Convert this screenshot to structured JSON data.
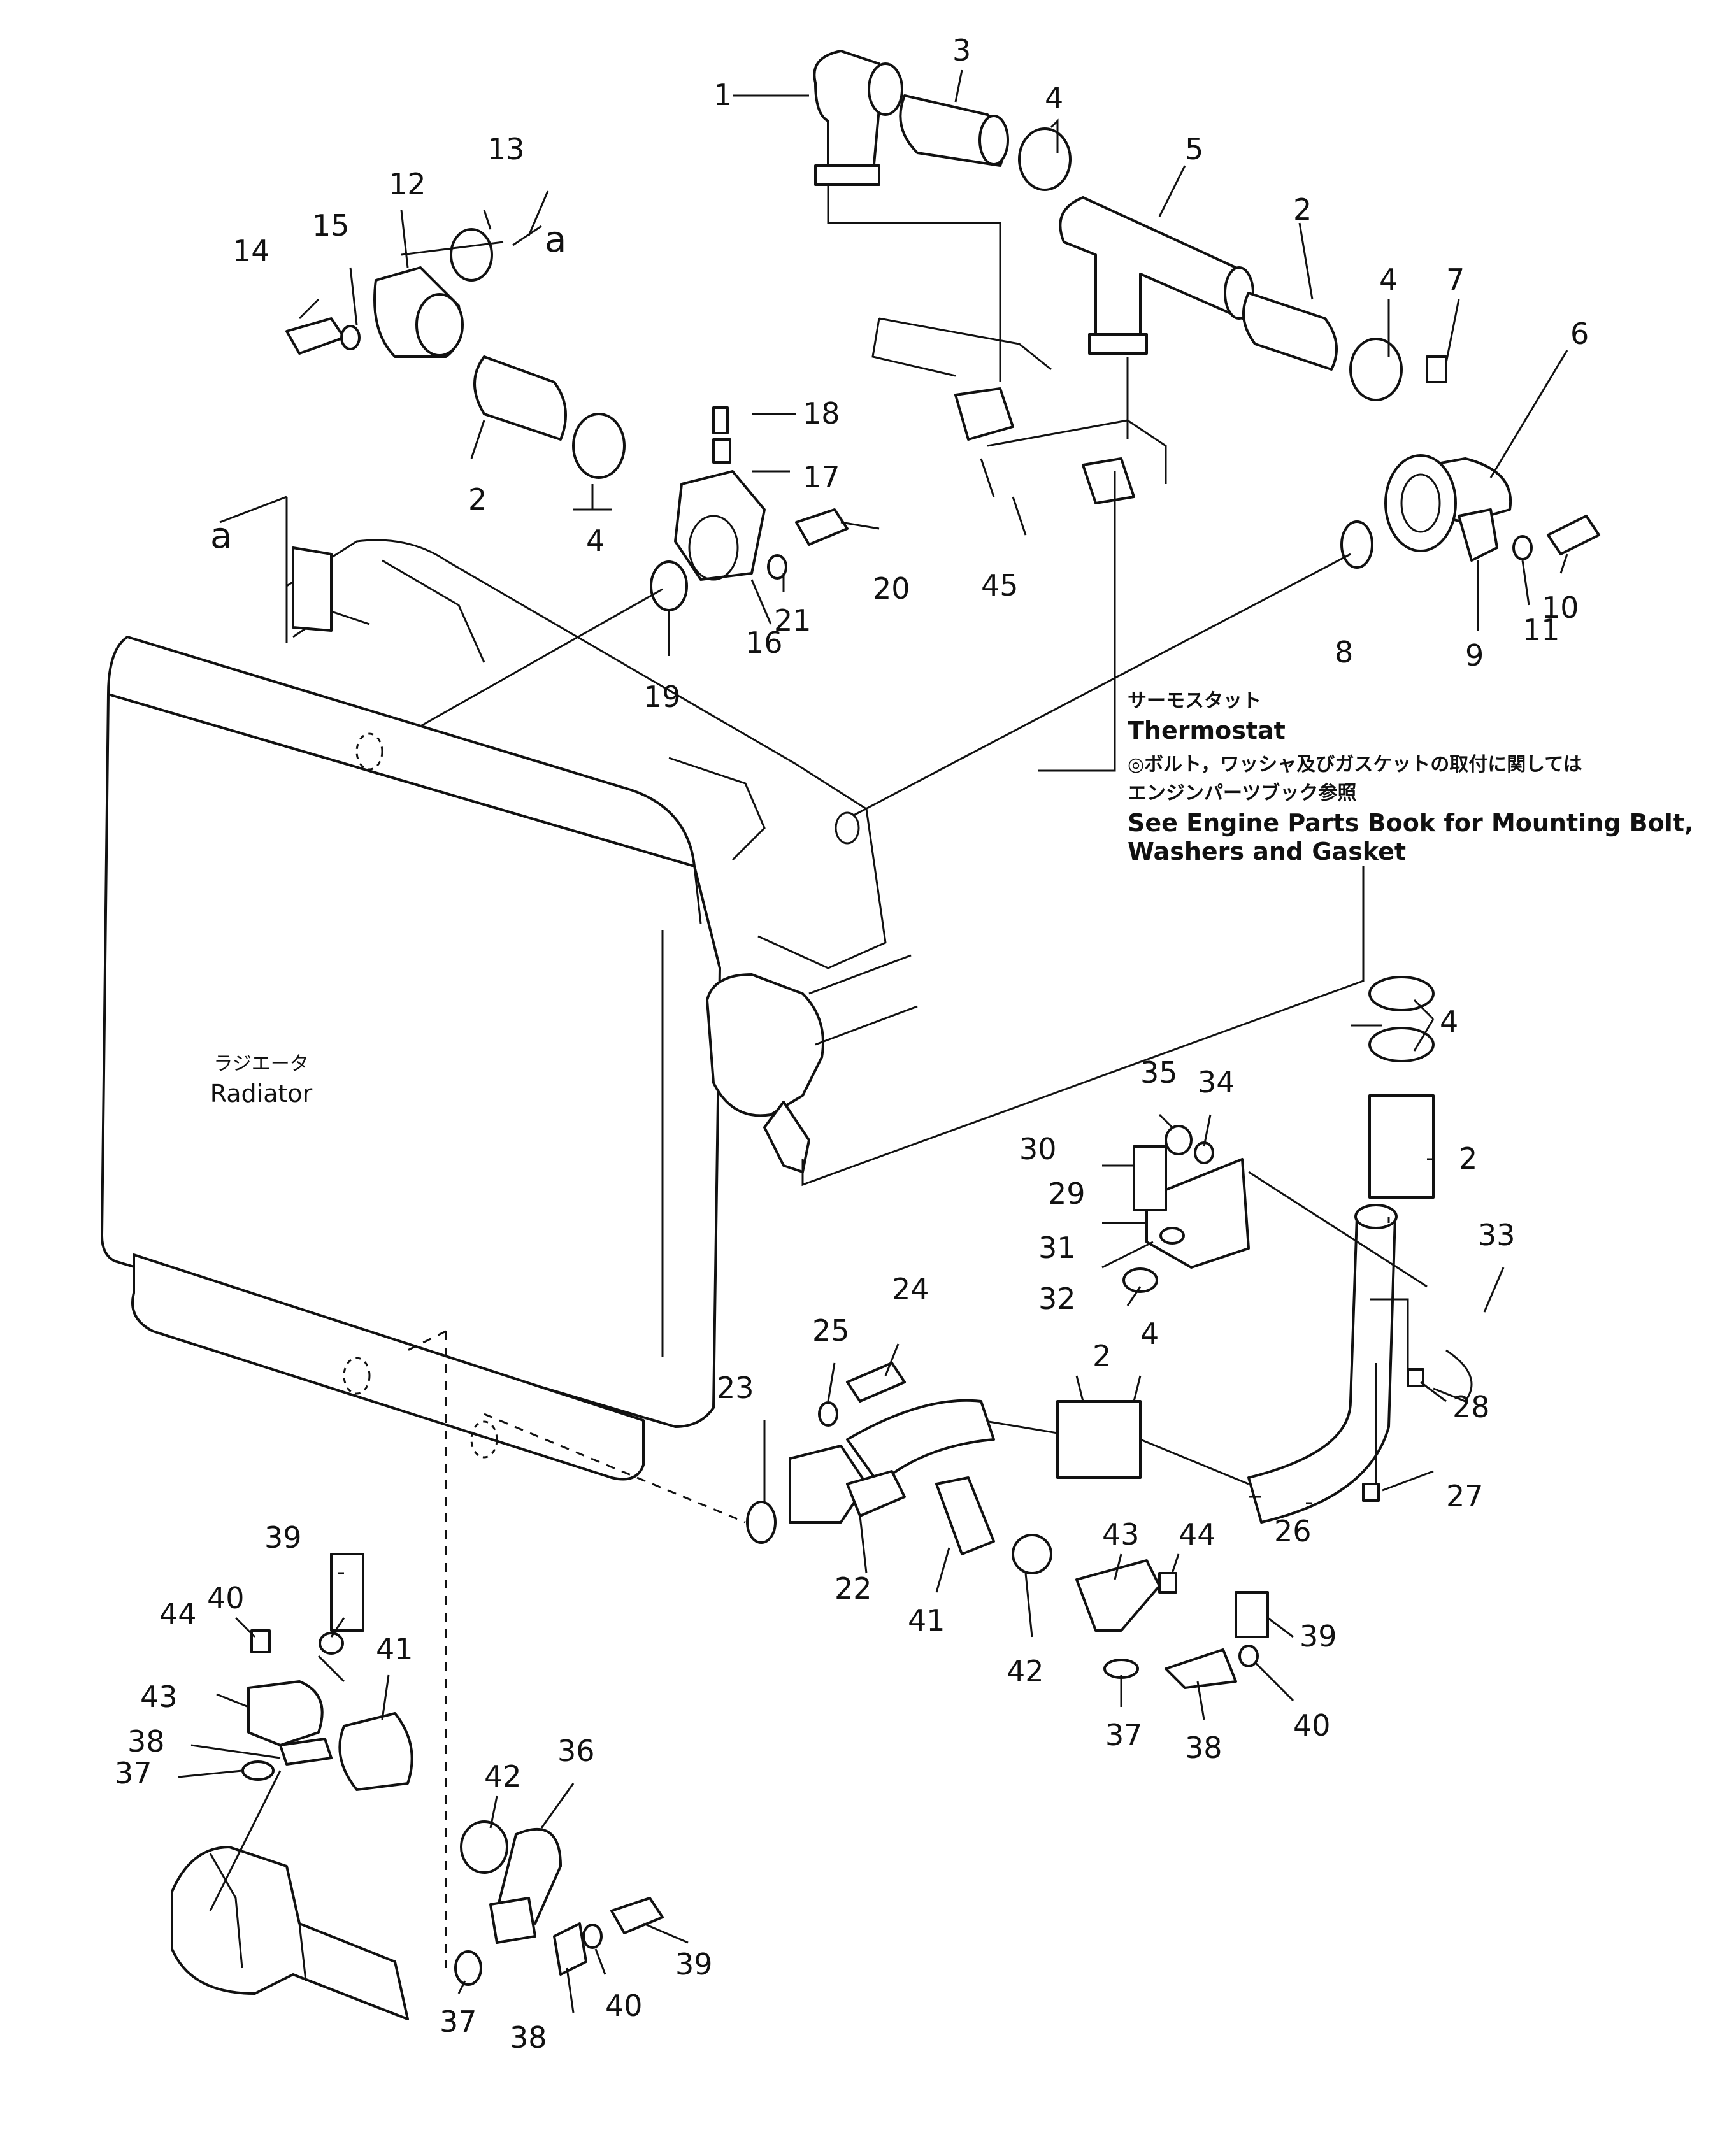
{
  "diagram": {
    "parts": [
      {
        "id": "p1",
        "number": "1"
      },
      {
        "id": "p2a",
        "number": "2"
      },
      {
        "id": "p2b",
        "number": "2"
      },
      {
        "id": "p2c",
        "number": "2"
      },
      {
        "id": "p2d",
        "number": "2"
      },
      {
        "id": "p3",
        "number": "3"
      },
      {
        "id": "p4a",
        "number": "4"
      },
      {
        "id": "p4b",
        "number": "4"
      },
      {
        "id": "p4c",
        "number": "4"
      },
      {
        "id": "p4d",
        "number": "4"
      },
      {
        "id": "p4e",
        "number": "4"
      },
      {
        "id": "p5",
        "number": "5"
      },
      {
        "id": "p6",
        "number": "6"
      },
      {
        "id": "p7",
        "number": "7"
      },
      {
        "id": "p8",
        "number": "8"
      },
      {
        "id": "p9",
        "number": "9"
      },
      {
        "id": "p10",
        "number": "10"
      },
      {
        "id": "p11",
        "number": "11"
      },
      {
        "id": "p12",
        "number": "12"
      },
      {
        "id": "p13",
        "number": "13"
      },
      {
        "id": "p14",
        "number": "14"
      },
      {
        "id": "p15",
        "number": "15"
      },
      {
        "id": "p16",
        "number": "16"
      },
      {
        "id": "p17",
        "number": "17"
      },
      {
        "id": "p18",
        "number": "18"
      },
      {
        "id": "p19",
        "number": "19"
      },
      {
        "id": "p20",
        "number": "20"
      },
      {
        "id": "p21",
        "number": "21"
      },
      {
        "id": "p22",
        "number": "22"
      },
      {
        "id": "p23",
        "number": "23"
      },
      {
        "id": "p24",
        "number": "24"
      },
      {
        "id": "p25",
        "number": "25"
      },
      {
        "id": "p26",
        "number": "26"
      },
      {
        "id": "p27",
        "number": "27"
      },
      {
        "id": "p28",
        "number": "28"
      },
      {
        "id": "p29",
        "number": "29"
      },
      {
        "id": "p30",
        "number": "30"
      },
      {
        "id": "p31",
        "number": "31"
      },
      {
        "id": "p32",
        "number": "32"
      },
      {
        "id": "p33",
        "number": "33"
      },
      {
        "id": "p34",
        "number": "34"
      },
      {
        "id": "p35",
        "number": "35"
      },
      {
        "id": "p36",
        "number": "36"
      },
      {
        "id": "p37a",
        "number": "37"
      },
      {
        "id": "p37b",
        "number": "37"
      },
      {
        "id": "p37c",
        "number": "37"
      },
      {
        "id": "p38a",
        "number": "38"
      },
      {
        "id": "p38b",
        "number": "38"
      },
      {
        "id": "p38c",
        "number": "38"
      },
      {
        "id": "p39a",
        "number": "39"
      },
      {
        "id": "p39b",
        "number": "39"
      },
      {
        "id": "p39c",
        "number": "39"
      },
      {
        "id": "p40a",
        "number": "40"
      },
      {
        "id": "p40b",
        "number": "40"
      },
      {
        "id": "p40c",
        "number": "40"
      },
      {
        "id": "p41a",
        "number": "41"
      },
      {
        "id": "p41b",
        "number": "41"
      },
      {
        "id": "p42a",
        "number": "42"
      },
      {
        "id": "p42b",
        "number": "42"
      },
      {
        "id": "p43a",
        "number": "43"
      },
      {
        "id": "p43b",
        "number": "43"
      },
      {
        "id": "p44a",
        "number": "44"
      },
      {
        "id": "p44b",
        "number": "44"
      },
      {
        "id": "p45",
        "number": "45"
      }
    ],
    "markers": {
      "a1": "a",
      "a2": "a"
    },
    "thermostat": {
      "jp": "サーモスタット",
      "en": "Thermostat",
      "note_jp_1": "◎ボルト，ワッシャ及びガスケットの取付に関しては",
      "note_jp_2": "エンジンパーツブック参照",
      "note_en_1": "See Engine Parts Book for Mounting Bolt,",
      "note_en_2": "Washers and Gasket"
    },
    "radiator": {
      "jp": "ラジエータ",
      "en": "Radiator"
    }
  }
}
